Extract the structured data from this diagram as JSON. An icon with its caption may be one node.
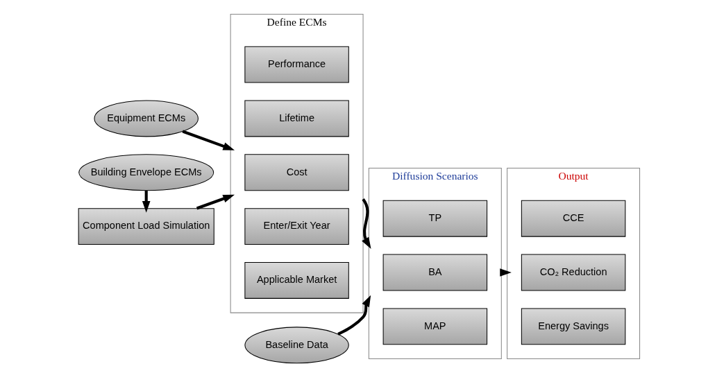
{
  "diagram": {
    "nodes": [
      {
        "text": [
          "Equipment ECMs"
        ]
      },
      {
        "text": [
          "Building Envelope ECMs"
        ]
      },
      {
        "text": [
          "Component Load Simulation"
        ]
      },
      {
        "text": [
          "Define ECMs"
        ]
      },
      {
        "text": [
          "Applicable Market"
        ],
        "in": 3
      },
      {
        "text": [
          "Enter/Exit Year"
        ],
        "in": 3
      },
      {
        "text": [
          "Cost"
        ],
        "in": 3
      },
      {
        "text": [
          "Lifetime"
        ],
        "in": 3
      },
      {
        "text": [
          "Performance"
        ],
        "in": 3
      },
      {
        "text": [
          "Diffusion Scenarios"
        ]
      },
      {
        "text": [
          "MAP"
        ],
        "in": 9
      },
      {
        "text": [
          "BA"
        ],
        "in": 9
      },
      {
        "text": [
          "TP"
        ],
        "in": 9
      },
      {
        "text": [
          "Baseline Data"
        ]
      },
      {
        "text": [
          "Output"
        ]
      },
      {
        "text": [
          "Energy Savings"
        ],
        "in": 14
      },
      {
        "text": [
          "CO₂ Reduction"
        ],
        "in": 14
      },
      {
        "text": [
          "CCE"
        ],
        "in": 14
      }
    ],
    "edges": [
      {
        "from": 0,
        "to": 3,
        "arrow": "to"
      },
      {
        "from": 1,
        "to": 2,
        "arrow": "to"
      },
      {
        "from": 2,
        "to": 3,
        "arrow": "to"
      },
      {
        "from": 3,
        "to": 9,
        "arrow": "to"
      },
      {
        "from": 13,
        "to": 9,
        "arrow": "to"
      },
      {
        "from": 9,
        "to": 14,
        "arrow": "to"
      }
    ]
  }
}
